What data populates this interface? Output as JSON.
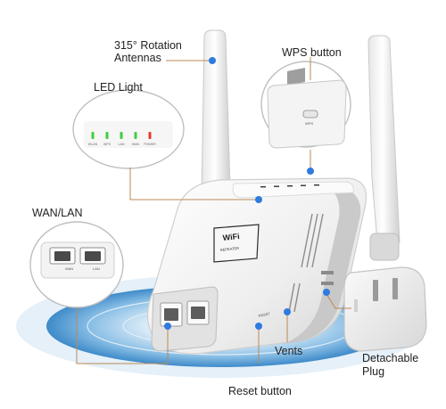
{
  "callouts": {
    "antennas_line1": "315° Rotation",
    "antennas_line2": "Antennas",
    "wps_button": "WPS button",
    "led_light": "LED Light",
    "wan_lan": "WAN/LAN",
    "vents": "Vents",
    "detachable_line1": "Detachable",
    "detachable_line2": "Plug",
    "reset_button": "Reset button"
  },
  "led_panel": {
    "labels": [
      "WLAN",
      "WPS",
      "LAN",
      "WAN",
      "POWER"
    ],
    "colors": [
      "#3ecf3e",
      "#3ecf3e",
      "#3ecf3e",
      "#3ecf3e",
      "#e23b2a"
    ]
  },
  "port_panel": {
    "labels": [
      "WAN",
      "LAN"
    ]
  },
  "wps_inset": {
    "button_label": "WPS"
  },
  "device": {
    "brand_line1": "WiFi",
    "brand_line2": "REPEATER",
    "reset_label": "RESET"
  },
  "colors": {
    "callout_line": "#b98a55",
    "marker_dot": "#2f7be0",
    "floor_glow": "#5aa7dd",
    "device_body": "#f2f2f2",
    "device_trim": "#b9b9b9"
  }
}
